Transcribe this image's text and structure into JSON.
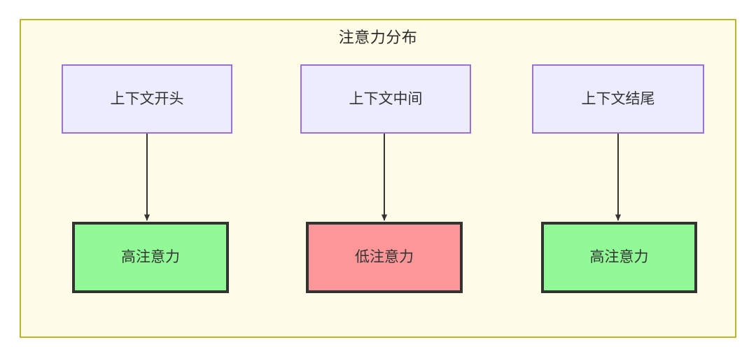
{
  "diagram": {
    "title": "注意力分布",
    "colors": {
      "canvas": "#ffffff",
      "frame_fill": "#fffce8",
      "frame_border": "#bdb429",
      "source_fill": "#ececff",
      "source_border": "#9c6fdf",
      "high_attention_fill": "#91fa96",
      "low_attention_fill": "#fc9698",
      "result_border": "#333333",
      "arrow": "#333333",
      "text": "#333333"
    },
    "columns": [
      {
        "source_label": "上下文开头",
        "result_label": "高注意力",
        "result_level": "high"
      },
      {
        "source_label": "上下文中间",
        "result_label": "低注意力",
        "result_level": "low"
      },
      {
        "source_label": "上下文结尾",
        "result_label": "高注意力",
        "result_level": "high"
      }
    ],
    "edges": [
      {
        "from": "上下文开头",
        "to": "高注意力",
        "style": "solid-arrow"
      },
      {
        "from": "上下文中间",
        "to": "低注意力",
        "style": "solid-arrow"
      },
      {
        "from": "上下文结尾",
        "to": "高注意力",
        "style": "solid-arrow"
      }
    ]
  }
}
